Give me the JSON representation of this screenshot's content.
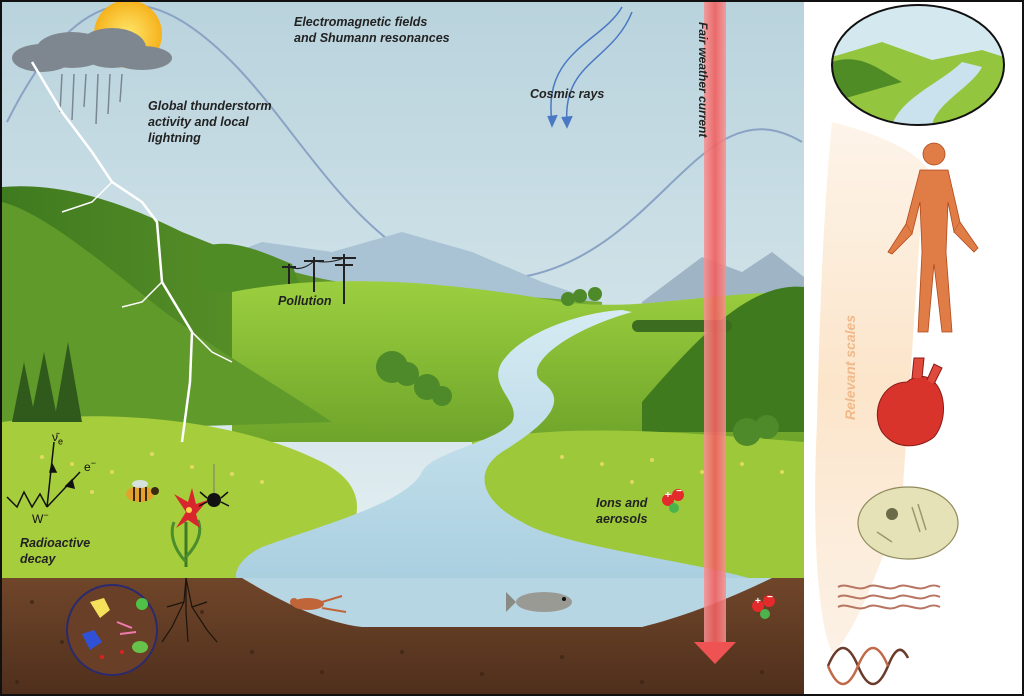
{
  "labels": {
    "em_fields": [
      "Electromagnetic fields",
      "and Shumann resonances"
    ],
    "cosmic_rays": "Cosmic rays",
    "thunderstorm": [
      "Global thunderstorm",
      "activity and local",
      "lightning"
    ],
    "pollution": "Pollution",
    "fair_weather": "Fair weather current",
    "ions": [
      "Ions and",
      "aerosols"
    ],
    "radioactive": [
      "Radioactive",
      "decay"
    ],
    "relevant_scales": "Relevant scales"
  },
  "decay_symbols": {
    "neutrino": "ν̄",
    "neutrino_sub": "e",
    "electron": "e",
    "electron_sup": "−",
    "w_boson": "W",
    "w_sup": "−"
  },
  "ion_signs": {
    "plus": "+",
    "minus": "−"
  },
  "colors": {
    "sky": "#cfe3ec",
    "grass": "#8fc23c",
    "river": "#c4dfec",
    "soil": "#6b3f25",
    "fair_weather_bar": "#f26d6d",
    "scale_cone": "#fbe7cf"
  },
  "icons": [
    "sun-icon",
    "cloud-icon",
    "lightning-icon",
    "power-pylon-icon",
    "bee-icon",
    "flower-icon",
    "spider-icon",
    "crayfish-icon",
    "fish-icon",
    "microbes-icon",
    "ion-cluster-icon",
    "landscape-icon",
    "human-nervous-system-icon",
    "heart-icon",
    "cell-icon",
    "membrane-icon",
    "dna-icon"
  ]
}
